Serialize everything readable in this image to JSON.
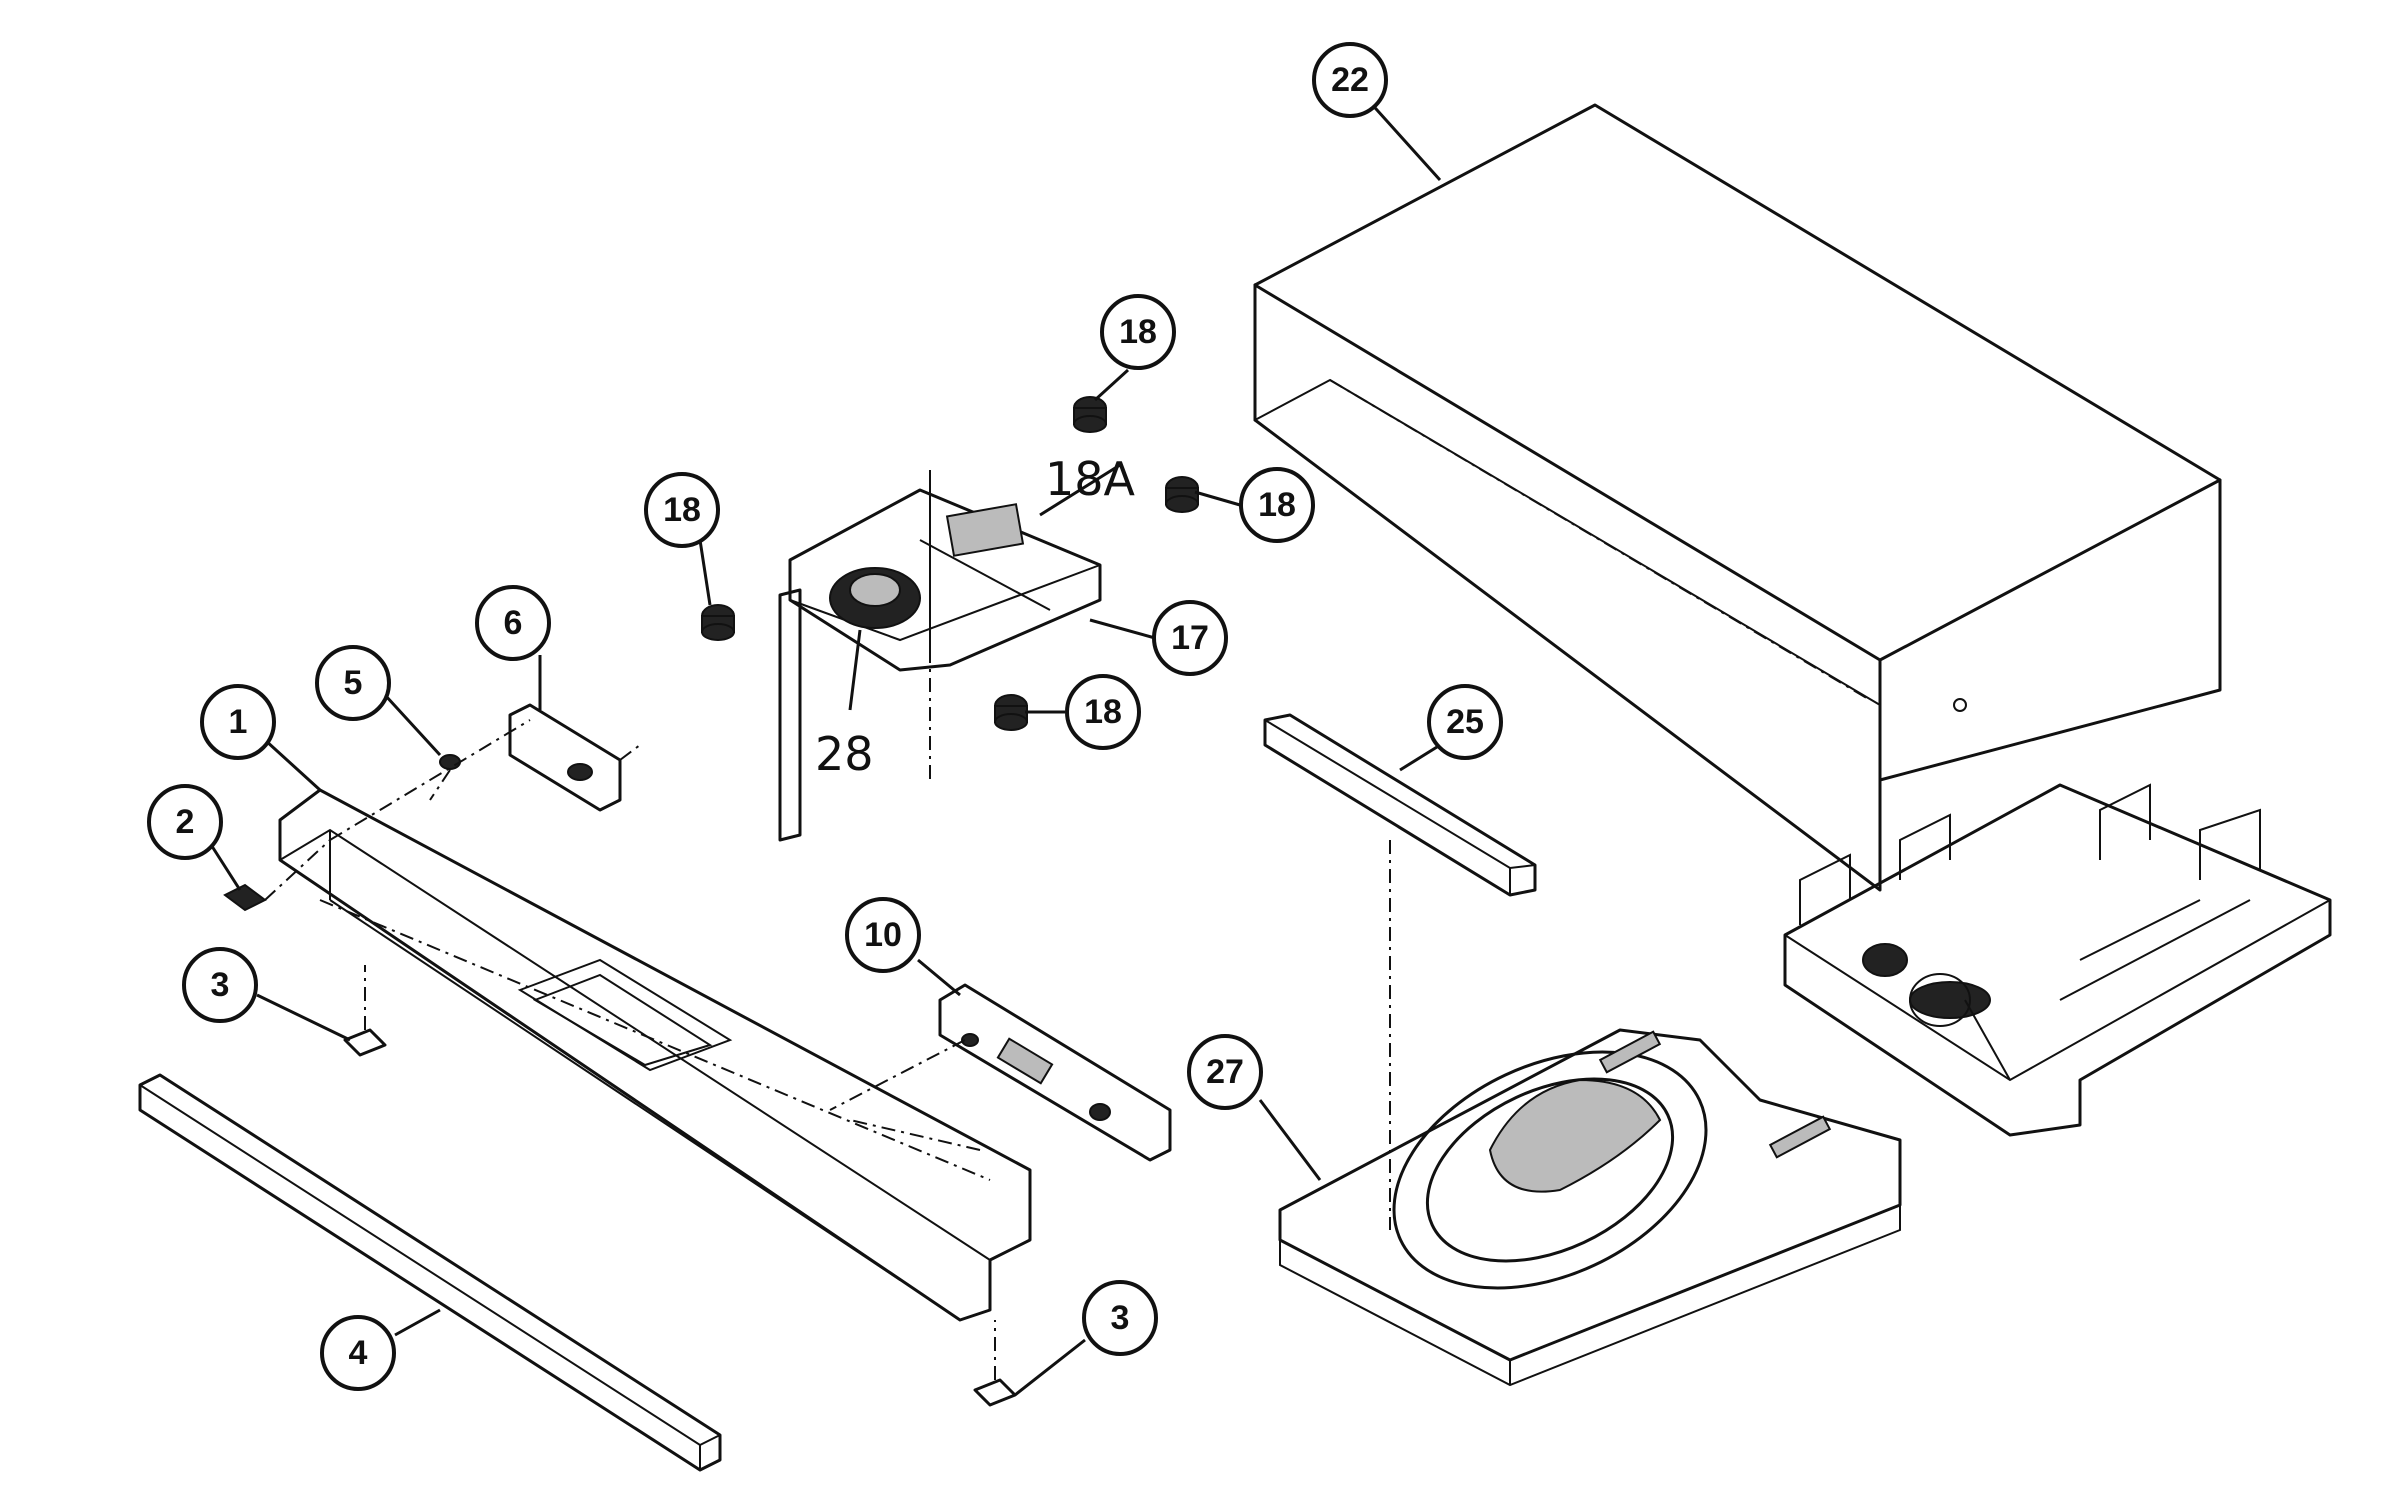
{
  "diagram": {
    "callouts": {
      "c1": "1",
      "c2": "2",
      "c3a": "3",
      "c3b": "3",
      "c4": "4",
      "c5": "5",
      "c6": "6",
      "c10": "10",
      "c17": "17",
      "c18a": "18",
      "c18b": "18",
      "c18c": "18",
      "c18d": "18",
      "c22": "22",
      "c25": "25",
      "c27": "27"
    },
    "handwritten": {
      "h18a": "18A",
      "h28": "28"
    }
  }
}
